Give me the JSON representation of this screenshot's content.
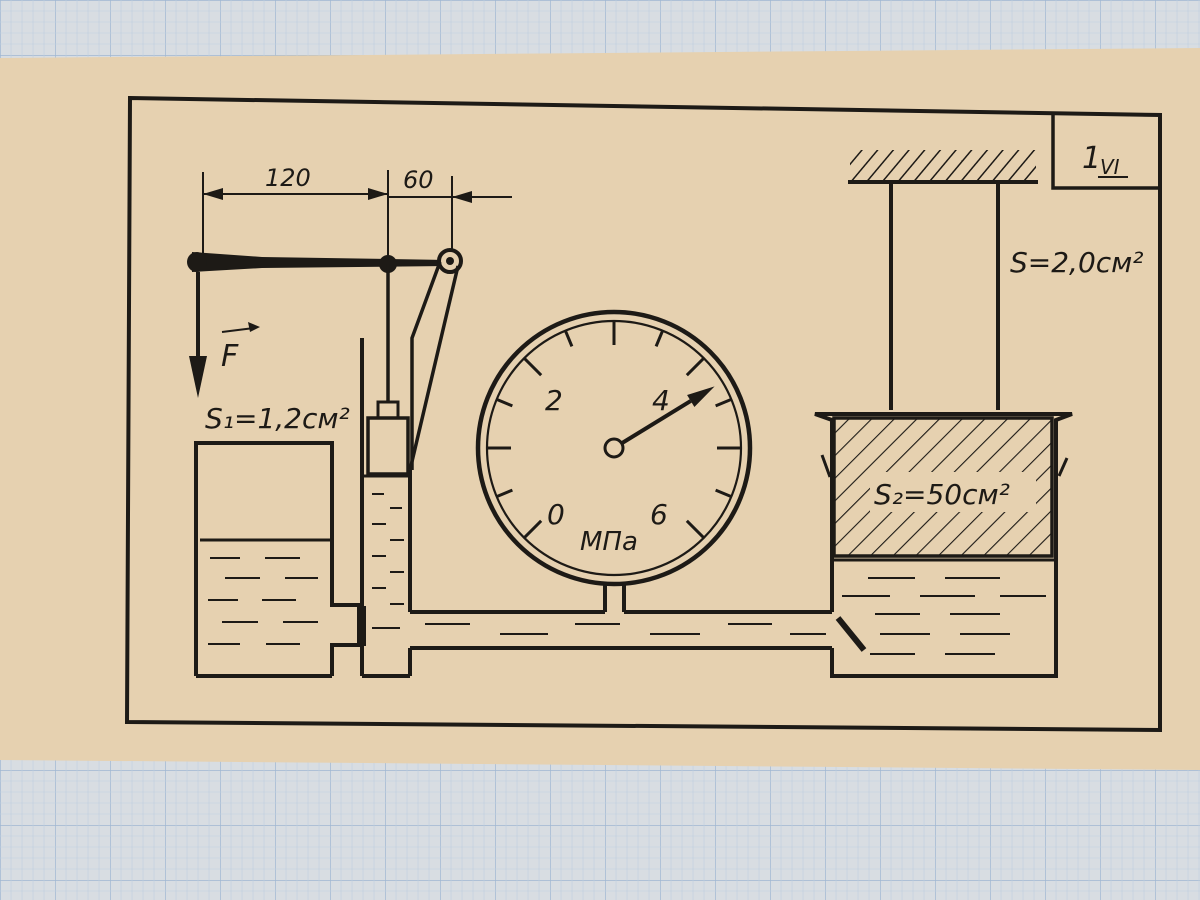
{
  "card": {
    "id_number": "1",
    "id_roman": "VI"
  },
  "dimensions": {
    "lever_long": "120",
    "lever_short": "60"
  },
  "labels": {
    "force": "F",
    "small_area": "S₁=1,2см²",
    "large_area": "S₂=50см²",
    "rod_area": "S=2,0см²"
  },
  "gauge": {
    "unit": "МПа",
    "ticks": [
      "0",
      "2",
      "4",
      "6"
    ],
    "min": 0,
    "max": 6,
    "reading": 4.3
  },
  "colors": {
    "paper": "#e6d1b0",
    "ink": "#1d1a16",
    "grid_bg": "#d8dde2",
    "grid_line": "#9fb7d2"
  }
}
